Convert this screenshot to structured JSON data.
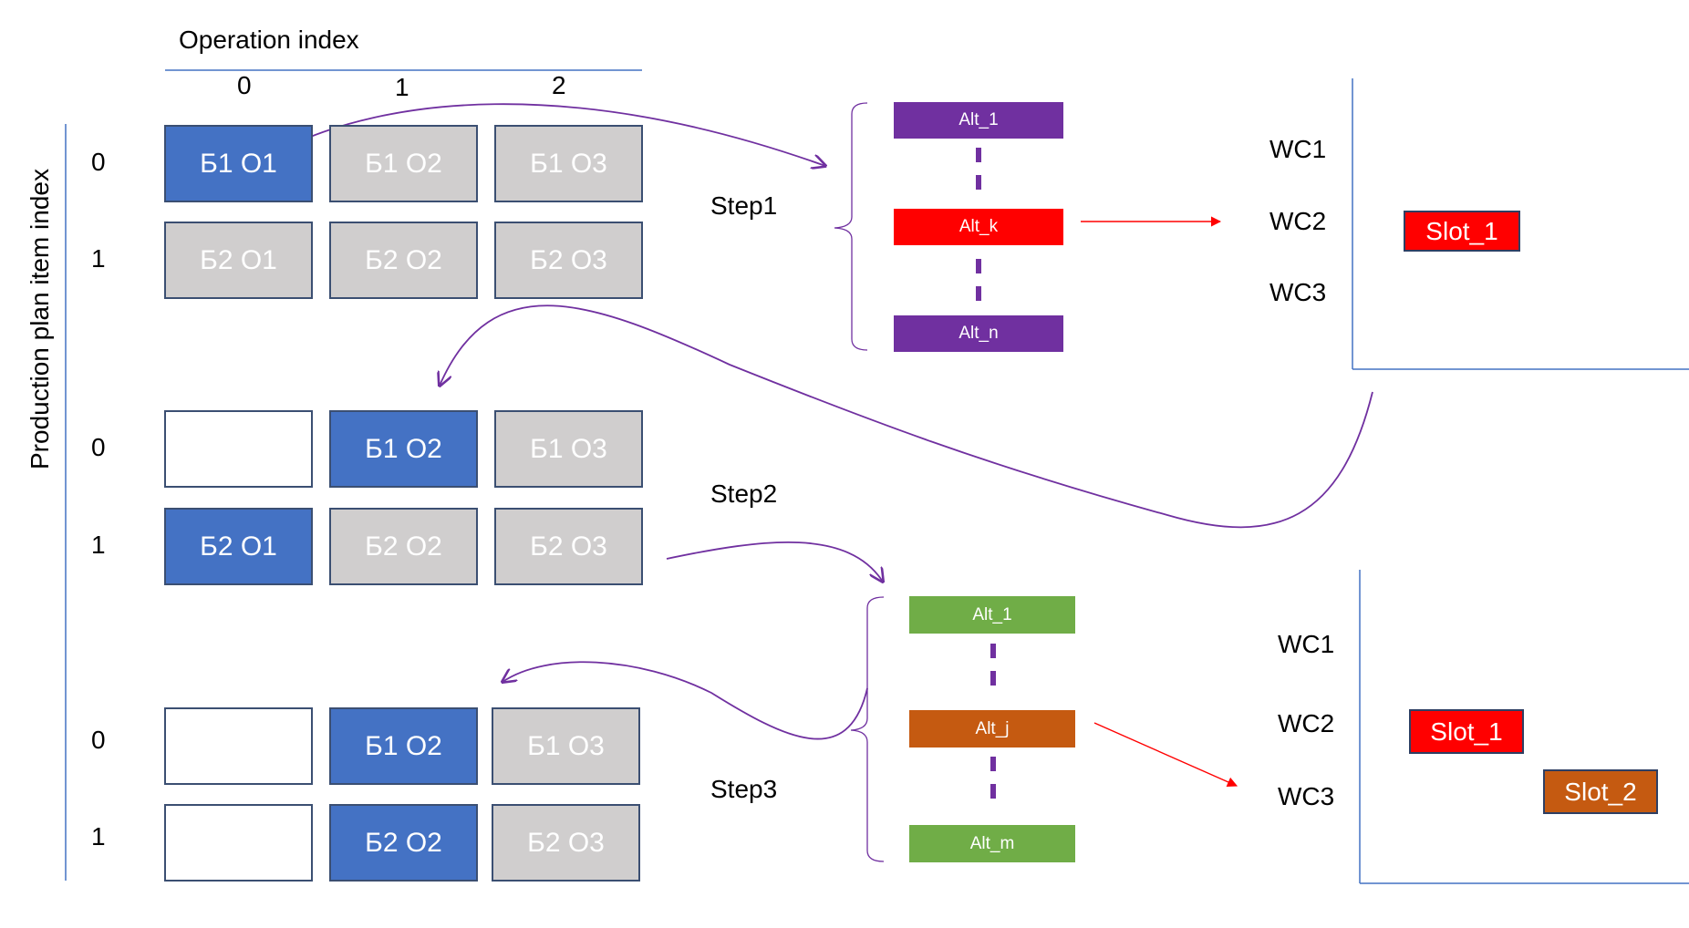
{
  "labels": {
    "operation_index": "Operation index",
    "item_index": "Production plan item index",
    "col_0": "0",
    "col_1": "1",
    "col_2": "2",
    "row_0": "0",
    "row_1": "1"
  },
  "grid1": {
    "r0": [
      "Б1 O1",
      "Б1 O2",
      "Б1 O3"
    ],
    "r1": [
      "Б2 O1",
      "Б2 O2",
      "Б2 O3"
    ]
  },
  "grid2": {
    "r0": [
      "",
      "Б1 O2",
      "Б1 O3"
    ],
    "r1": [
      "Б2 O1",
      "Б2 O2",
      "Б2 O3"
    ]
  },
  "grid3": {
    "r0": [
      "",
      "Б1 O2",
      "Б1 O3"
    ],
    "r1": [
      "",
      "Б2 O2",
      "Б2 O3"
    ]
  },
  "steps": {
    "s1": "Step1",
    "s2": "Step2",
    "s3": "Step3"
  },
  "alts1": {
    "a": "Alt_1",
    "b": "Alt_k",
    "c": "Alt_n"
  },
  "alts2": {
    "a": "Alt_1",
    "b": "Alt_j",
    "c": "Alt_m"
  },
  "wc_panel1": {
    "wc1": "WC1",
    "wc2": "WC2",
    "wc3": "WC3",
    "slot1": "Slot_1"
  },
  "wc_panel2": {
    "wc1": "WC1",
    "wc2": "WC2",
    "wc3": "WC3",
    "slot1": "Slot_1",
    "slot2": "Slot_2"
  },
  "colors": {
    "active": "#4472c4",
    "pending": "#d0cece",
    "alt_purple": "#7030a0",
    "alt_red": "#ff0000",
    "alt_green": "#70ad47",
    "alt_orange": "#c55a11",
    "arrow_purple": "#7030a0",
    "arrow_red": "#ff0000",
    "axis_line": "#4472c4"
  }
}
